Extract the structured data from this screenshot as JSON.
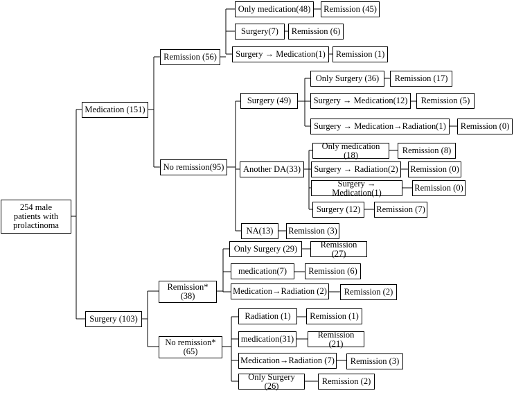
{
  "root": "254 male\npatients with\nprolactinoma",
  "medication": {
    "label": "Medication (151)",
    "remission": {
      "label": "Remission (56)",
      "branches": [
        {
          "label": "Only medication(48)",
          "outcome": "Remission (45)"
        },
        {
          "label": "Surgery(7)",
          "outcome": "Remission (6)"
        },
        {
          "label": "Surgery → Medication(1)",
          "outcome": "Remission (1)"
        }
      ]
    },
    "no_remission": {
      "label": "No remission(95)",
      "surgery": {
        "label": "Surgery (49)",
        "branches": [
          {
            "label": "Only Surgery (36)",
            "outcome": "Remission (17)"
          },
          {
            "label": "Surgery → Medication(12)",
            "outcome": "Remission (5)"
          },
          {
            "label": "Surgery → Medication→Radiation(1)",
            "outcome": "Remission (0)"
          }
        ]
      },
      "another_da": {
        "label": "Another DA(33)",
        "branches": [
          {
            "label": "Only medication (18)",
            "outcome": "Remission (8)"
          },
          {
            "label": "Surgery → Radiation(2)",
            "outcome": "Remission (0)"
          },
          {
            "label": "Surgery → Medication(1)",
            "outcome": "Remission (0)"
          },
          {
            "label": "Surgery (12)",
            "outcome": "Remission (7)"
          }
        ]
      },
      "na": {
        "label": "NA(13)",
        "outcome": "Remission (3)"
      }
    }
  },
  "surgery": {
    "label": "Surgery (103)",
    "remission": {
      "label": "Remission*\n(38)",
      "branches": [
        {
          "label": "Only Surgery (29)",
          "outcome": "Remission (27)"
        },
        {
          "label": "medication(7)",
          "outcome": "Remission (6)"
        },
        {
          "label": "Medication→Radiation (2)",
          "outcome": "Remission (2)"
        }
      ]
    },
    "no_remission": {
      "label": "No remission*\n(65)",
      "branches": [
        {
          "label": "Radiation (1)",
          "outcome": "Remission (1)"
        },
        {
          "label": "medication(31)",
          "outcome": "Remission (21)"
        },
        {
          "label": "Medication→Radiation (7)",
          "outcome": "Remission (3)"
        },
        {
          "label": "Only Surgery (26)",
          "outcome": "Remission (2)"
        }
      ]
    }
  }
}
